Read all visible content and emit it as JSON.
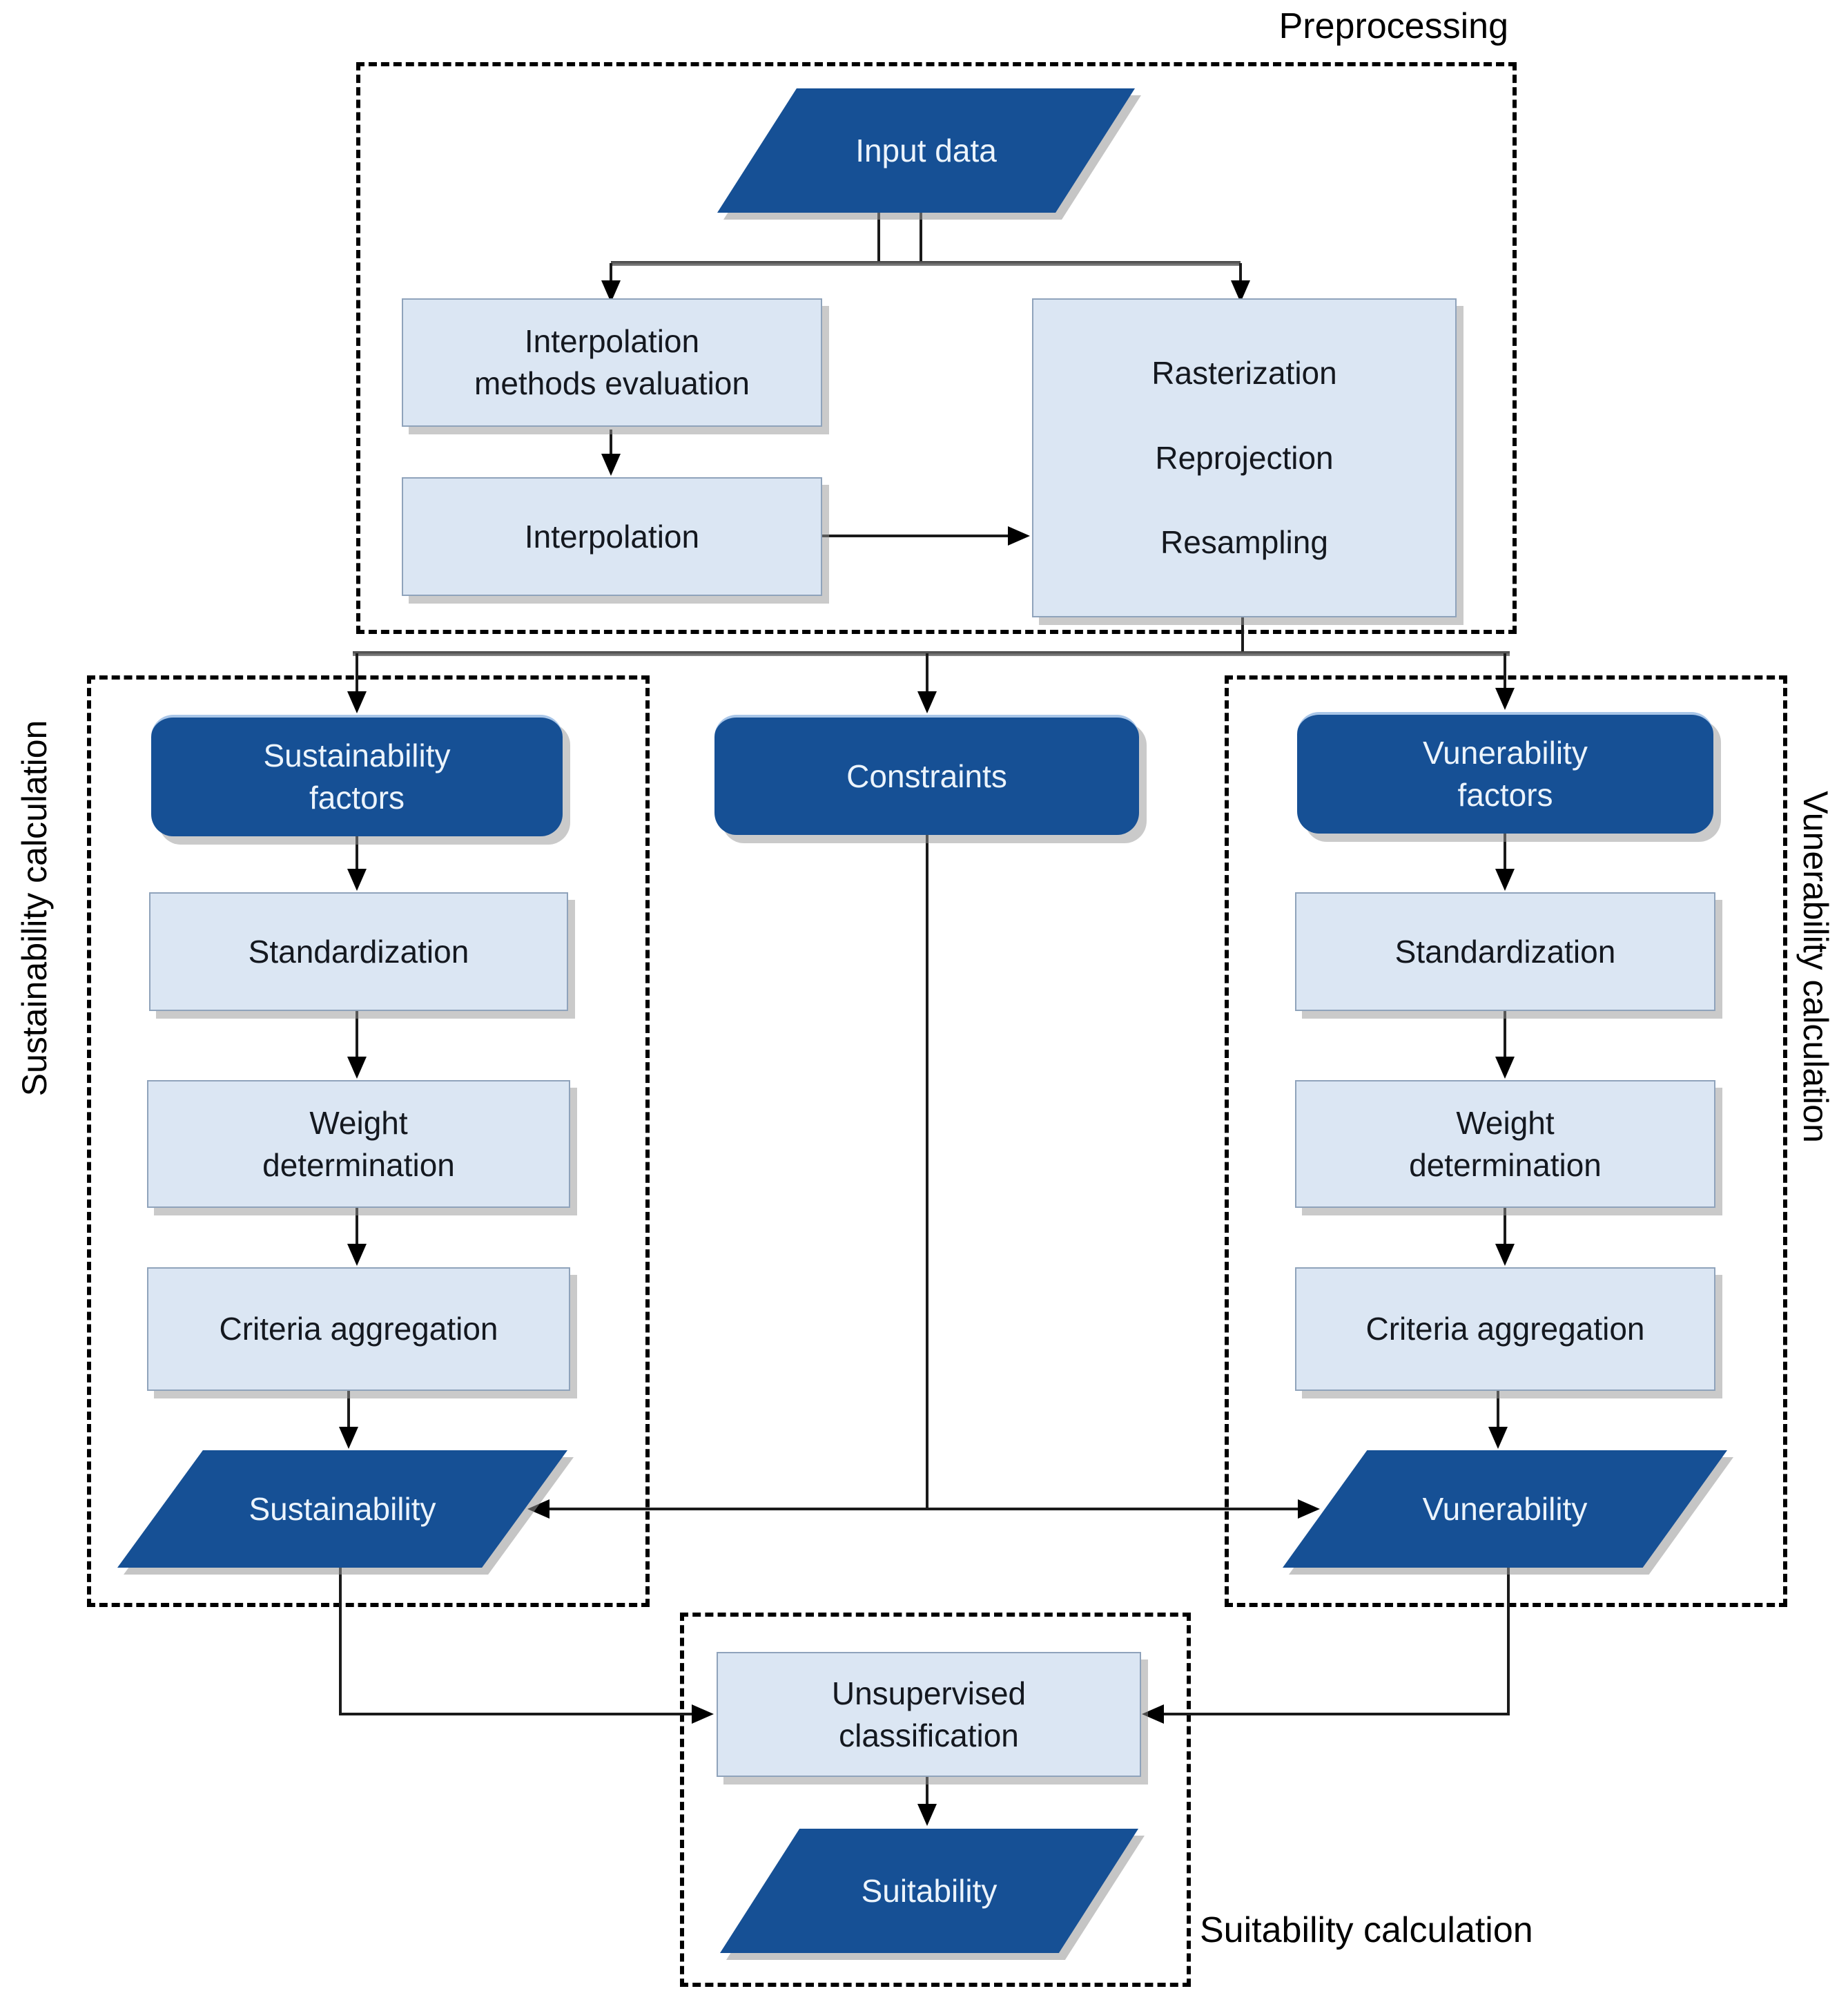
{
  "colors": {
    "dark-blue": "#165095",
    "light-blue": "#dbe6f3",
    "line": "#1a1a1a"
  },
  "labels": {
    "preprocessing": "Preprocessing",
    "sustainability_calc": "Sustainability calculation",
    "vunerability_calc": "Vunerability calculation",
    "suitability_calc": "Suitability calculation"
  },
  "nodes": {
    "input_data": "Input data",
    "interpolation_methods": "Interpolation\nmethods evaluation",
    "rasterization_lines": [
      "Rasterization",
      "Reprojection",
      "Resampling"
    ],
    "interpolation": "Interpolation",
    "sustainability_factors": "Sustainability\nfactors",
    "constraints": "Constraints",
    "vunerability_factors": "Vunerability\nfactors",
    "standardization_left": "Standardization",
    "standardization_right": "Standardization",
    "weight_left": "Weight\ndetermination",
    "weight_right": "Weight\ndetermination",
    "criteria_left": "Criteria aggregation",
    "criteria_right": "Criteria aggregation",
    "sustainability": "Sustainability",
    "vunerability": "Vunerability",
    "unsupervised": "Unsupervised\nclassification",
    "suitability": "Suitability"
  }
}
